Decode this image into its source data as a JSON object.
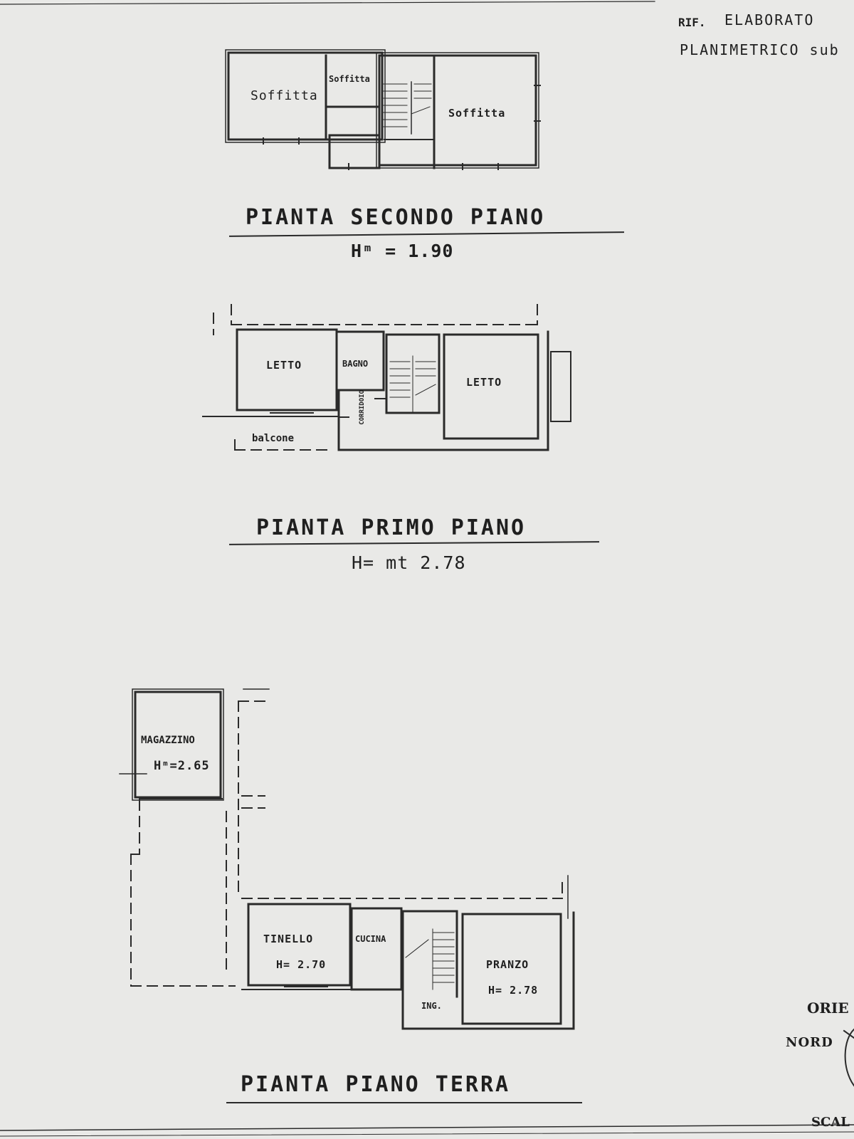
{
  "header": {
    "line1_prefix": "RIF.",
    "line1": "ELABORATO",
    "line2": "PLANIMETRICO sub"
  },
  "floors": {
    "second": {
      "title": "PIANTA SECONDO PIANO",
      "height": "Hᵐ = 1.90",
      "rooms": {
        "left": "Soffitta",
        "middle": "Soffitta",
        "right": "Soffitta"
      }
    },
    "first": {
      "title": "PIANTA PRIMO PIANO",
      "height": "H= mt 2.78",
      "rooms": {
        "bed_left": "LETTO",
        "bath": "BAGNO",
        "corridor": "CORRIDOIO",
        "bed_right": "LETTO",
        "balcony": "balcone"
      }
    },
    "ground": {
      "title": "PIANTA PIANO TERRA",
      "rooms": {
        "storage": "MAGAZZINO",
        "storage_height": "Hᵐ=2.65",
        "tinello": "TINELLO",
        "tinello_height": "H= 2.70",
        "kitchen": "CUCINA",
        "entrance": "ING.",
        "dining": "PRANZO",
        "dining_height": "H= 2.78"
      }
    }
  },
  "orientation": {
    "label": "ORIE",
    "north": "NORD"
  },
  "scale_label": "SCAL"
}
